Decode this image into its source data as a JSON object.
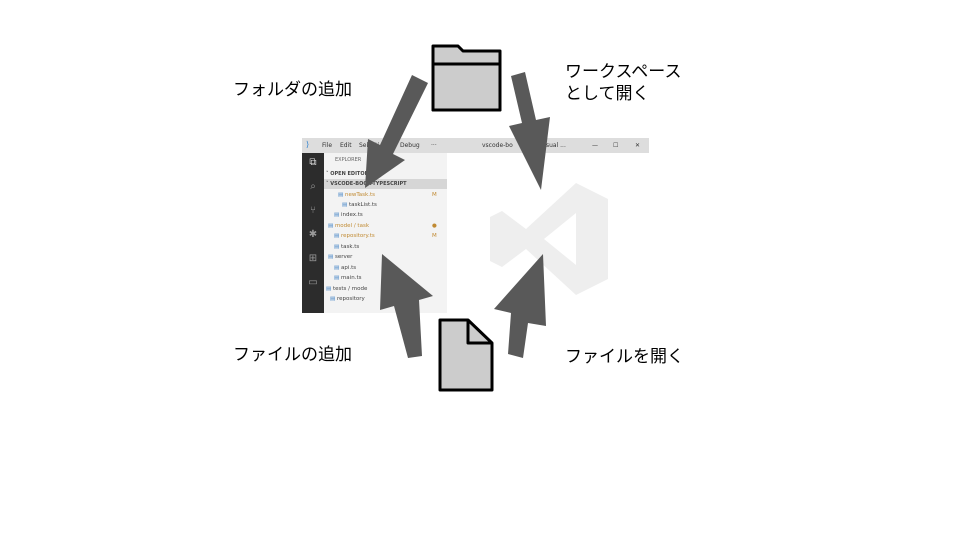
{
  "labels": {
    "add_folder": "フォルダの追加",
    "open_workspace_line1": "ワークスペース",
    "open_workspace_line2": "として開く",
    "add_file": "ファイルの追加",
    "open_file": "ファイルを開く"
  },
  "vscode_window": {
    "menu": [
      "File",
      "Edit",
      "Selecti",
      "Go",
      "Debug",
      "···"
    ],
    "title_text": "vscode-bo",
    "title_suffix": "t - Visual ...",
    "controls": [
      "—",
      "☐",
      "✕"
    ],
    "explorer_title": "EXPLORER",
    "open_editors": "OPEN EDITORS",
    "project": "VSCODE-BOOK-TYPESCRIPT",
    "files": [
      {
        "name": "newTask.ts",
        "badge": "M"
      },
      {
        "name": "taskList.ts",
        "badge": ""
      },
      {
        "name": "index.ts",
        "badge": ""
      },
      {
        "name": "model / task",
        "badge": "●"
      },
      {
        "name": "repository.ts",
        "badge": "M"
      },
      {
        "name": "task.ts",
        "badge": ""
      },
      {
        "name": "server",
        "badge": ""
      },
      {
        "name": "api.ts",
        "badge": ""
      },
      {
        "name": "main.ts",
        "badge": ""
      },
      {
        "name": "tests / mode",
        "badge": ""
      },
      {
        "name": "repository",
        "badge": ""
      }
    ]
  },
  "icons": {
    "folder": "folder-icon",
    "file": "file-icon",
    "vscode_logo": "vscode-logo-icon"
  },
  "colors": {
    "arrow": "#595959",
    "icon_fill": "#cccccc",
    "icon_stroke": "#000000",
    "modified_file": "#c08a32"
  }
}
